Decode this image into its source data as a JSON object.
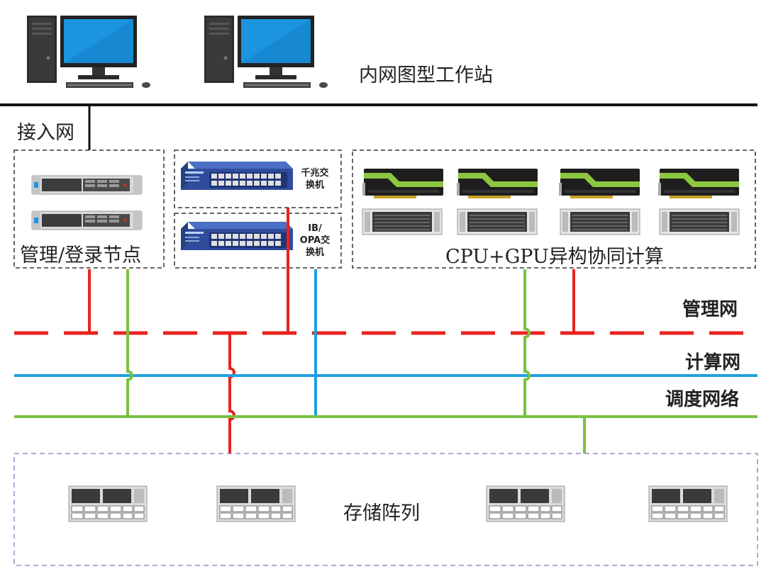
{
  "colors": {
    "management": "#e8231f",
    "compute": "#1fa0e0",
    "scheduling": "#7ac143",
    "storage_border": "#9b88c6",
    "box_border": "#333333",
    "gpu_accent": "#8dc63f",
    "switch_blue": "#2f4c9c"
  },
  "labels": {
    "workstations": "内网图型工作站",
    "access_network": "接入网",
    "mgmt_nodes": "管理/登录节点",
    "gigabit_switch_line1": "千兆交",
    "gigabit_switch_line2": "换机",
    "ib_switch_line1": "IB/",
    "ib_switch_line2": "OPA交",
    "ib_switch_line3": "换机",
    "compute_cluster": "CPU+GPU异构协同计算",
    "mgmt_network": "管理网",
    "compute_network": "计算网",
    "scheduling_network": "调度网络",
    "storage_array": "存储阵列"
  },
  "icons": {
    "workstation": "desktop-computer-icon",
    "rack_server": "rack-server-icon",
    "network_switch": "network-switch-icon",
    "gpu_card": "gpu-card-icon",
    "storage_unit": "storage-unit-icon"
  }
}
